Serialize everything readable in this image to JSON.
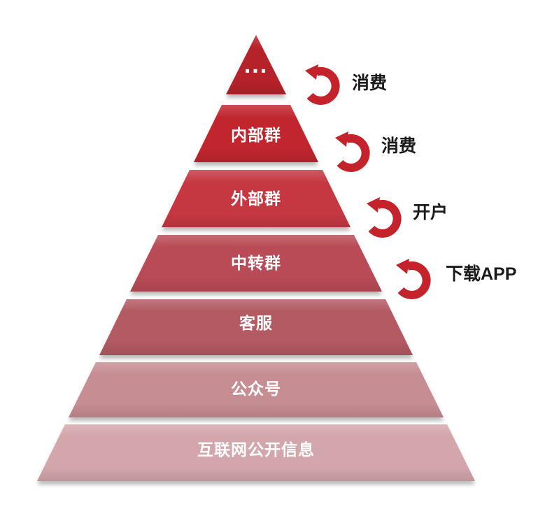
{
  "diagram": {
    "type": "pyramid-funnel",
    "levels": [
      {
        "label": "...",
        "color": "#b6222c"
      },
      {
        "label": "内部群",
        "color": "#c1262f"
      },
      {
        "label": "外部群",
        "color": "#c53843"
      },
      {
        "label": "中转群",
        "color": "#b84c55"
      },
      {
        "label": "客服",
        "color": "#b35a63"
      },
      {
        "label": "公众号",
        "color": "#c68d92"
      },
      {
        "label": "互联网公开信息",
        "color": "#d3a6ab"
      }
    ],
    "arrows": [
      {
        "label": "消费"
      },
      {
        "label": "消费"
      },
      {
        "label": "开户"
      },
      {
        "label": "下载APP"
      }
    ],
    "colors": {
      "arrow": "#c4232b",
      "level_text": "#ffffff",
      "arrow_label_text": "#1a1a1a",
      "background": "#ffffff"
    }
  }
}
